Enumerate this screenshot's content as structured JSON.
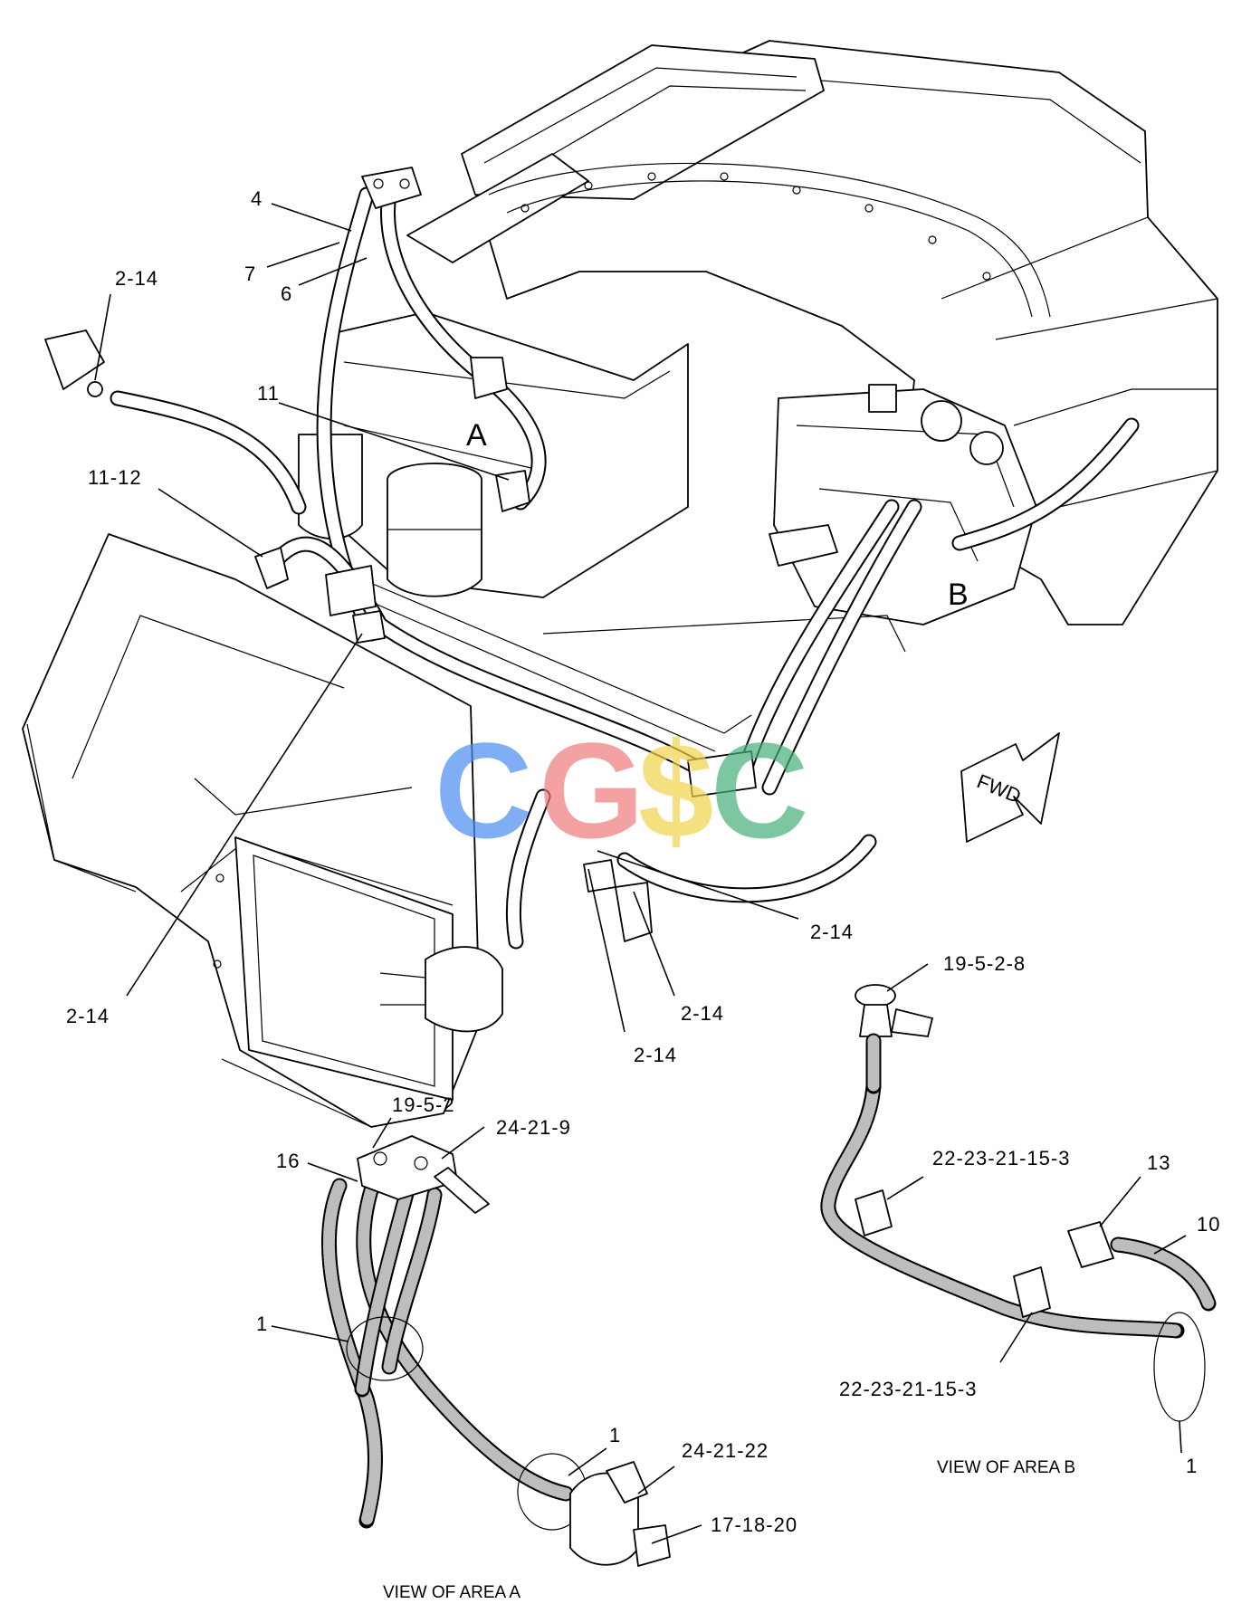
{
  "callouts": {
    "c_4": "4",
    "c_7": "7",
    "c_6": "6",
    "c_2_14_a": "2-14",
    "c_11": "11",
    "c_11_12": "11-12",
    "c_2_14_b": "2-14",
    "c_2_14_c": "2-14",
    "c_2_14_d": "2-14",
    "c_2_14_e": "2-14",
    "c_19_5_2_8": "19-5-2-8",
    "c_19_5_2": "19-5-2",
    "c_24_21_9": "24-21-9",
    "c_16": "16",
    "c_22_23_21_15_3_a": "22-23-21-15-3",
    "c_13": "13",
    "c_10": "10",
    "c_22_23_21_15_3_b": "22-23-21-15-3",
    "c_1_a": "1",
    "c_1_b": "1",
    "c_1_c": "1",
    "c_24_21_22": "24-21-22",
    "c_17_18_20": "17-18-20"
  },
  "area_labels": {
    "a": "A",
    "b": "B"
  },
  "view_captions": {
    "area_a": "VIEW OF AREA A",
    "area_b": "VIEW OF AREA B"
  },
  "direction_marker": {
    "text": "FWD"
  },
  "watermark": {
    "letters": [
      "C",
      "G",
      "$",
      "C"
    ],
    "colors": [
      "#4a8df0",
      "#f07a7a",
      "#f2d34a",
      "#45b07a"
    ]
  }
}
